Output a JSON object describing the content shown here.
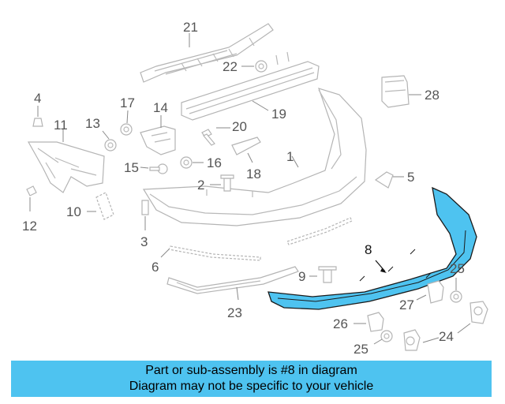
{
  "diagram": {
    "highlight_color": "#4ec3f0",
    "labels": {
      "l1": "1",
      "l2": "2",
      "l3": "3",
      "l4": "4",
      "l5": "5",
      "l6": "6",
      "l8": "8",
      "l9": "9",
      "l10": "10",
      "l11": "11",
      "l12": "12",
      "l13": "13",
      "l14": "14",
      "l15": "15",
      "l16": "16",
      "l17": "17",
      "l18": "18",
      "l19": "19",
      "l20": "20",
      "l21": "21",
      "l22": "22",
      "l23": "23",
      "l24": "24",
      "l25a": "25",
      "l25b": "25",
      "l26": "26",
      "l27": "27",
      "l28": "28"
    }
  },
  "banner": {
    "line1": "Part or sub-assembly is #8 in diagram",
    "line2": "Diagram may not be specific to your vehicle"
  }
}
